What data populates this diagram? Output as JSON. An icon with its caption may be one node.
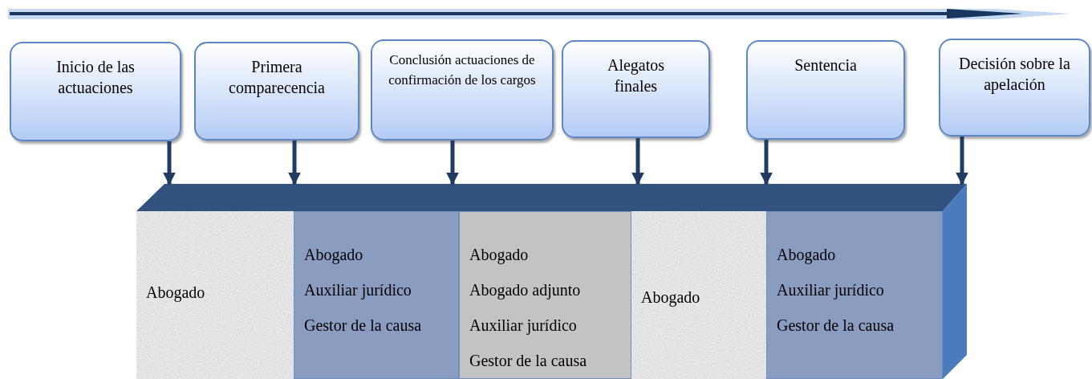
{
  "diagram": {
    "nodes": [
      {
        "text": [
          "Inicio de las actuaciones"
        ]
      },
      {
        "text": [
          "Primera comparecencia"
        ]
      },
      {
        "text": [
          "Conclusión actuaciones de confirmación de los cargos"
        ]
      },
      {
        "text": [
          "Alegatos finales"
        ]
      },
      {
        "text": [
          "Sentencia"
        ]
      },
      {
        "text": [
          "Decisión sobre la apelación"
        ]
      },
      {
        "text": [],
        "shape": "box"
      },
      {
        "text": [
          "Abogado"
        ],
        "in": 6
      },
      {
        "text": [
          "Abogado",
          "Auxiliar jurídico",
          "Gestor de la causa"
        ],
        "in": 6
      },
      {
        "text": [
          "Abogado",
          "Abogado adjunto",
          "Auxiliar jurídico",
          "Gestor de la causa"
        ],
        "in": 6
      },
      {
        "text": [
          "Abogado"
        ],
        "in": 6
      },
      {
        "text": [
          "Abogado",
          "Auxiliar jurídico",
          "Gestor de la causa"
        ],
        "in": 6
      }
    ],
    "edges": [
      {
        "from": 0,
        "to": 6,
        "arrow": "to"
      },
      {
        "from": 1,
        "to": 6,
        "arrow": "to"
      },
      {
        "from": 2,
        "to": 6,
        "arrow": "to"
      },
      {
        "from": 3,
        "to": 6,
        "arrow": "to"
      },
      {
        "from": 4,
        "to": 6,
        "arrow": "to"
      },
      {
        "from": 5,
        "to": 6,
        "arrow": "to"
      }
    ]
  }
}
